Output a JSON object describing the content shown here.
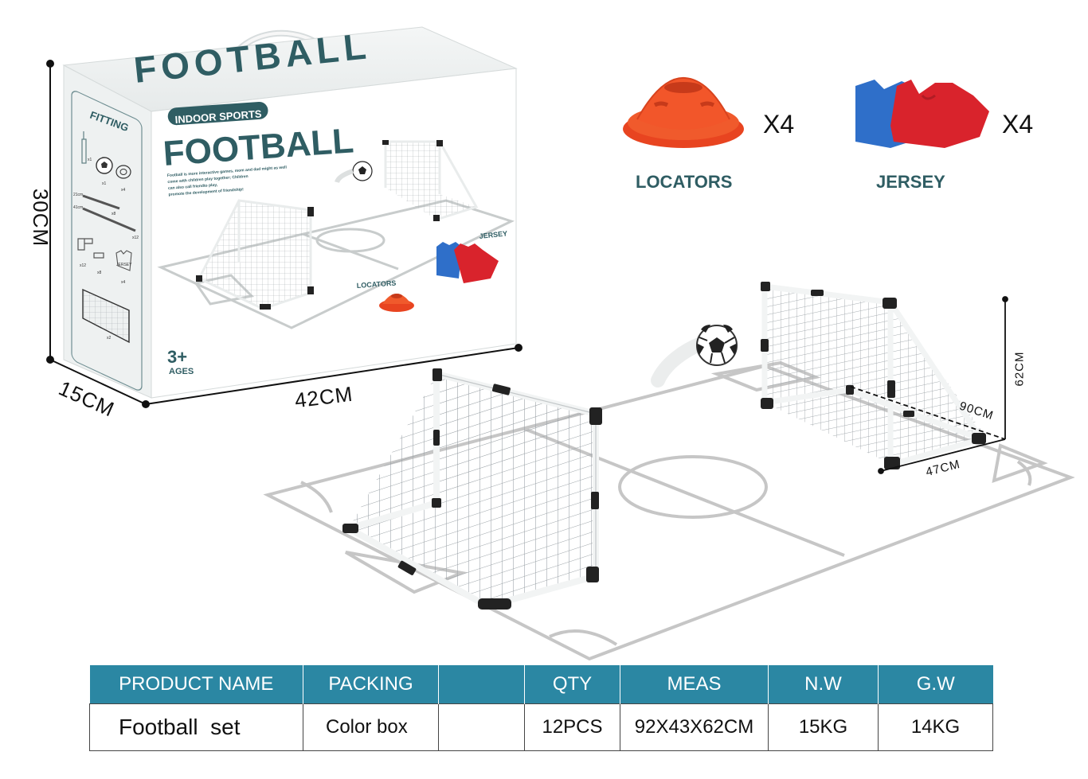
{
  "box": {
    "lid_text": "FOOTBALL",
    "fitting_label": "FITTING",
    "badge": "INDOOR SPORTS",
    "title": "FOOTBALL",
    "description_lines": [
      "Football is more interactive games, mom and dad might as well",
      "come with children play together; Children",
      "can also call friendto play,",
      "promote the development of friendship!"
    ],
    "fitting_counts": [
      "x1",
      "x1",
      "x4",
      "x8",
      "x12",
      "x12",
      "x8",
      "x4",
      "x2"
    ],
    "fitting_sizes": [
      "21cm",
      "41cm"
    ],
    "fitting_jersey": "JERSEY",
    "age": "3+",
    "age_label": "AGES",
    "jersey_label": "JERSEY",
    "locators_label": "LOCATORS"
  },
  "box_dimensions": {
    "height": "30CM",
    "depth": "15CM",
    "width": "42CM"
  },
  "accessories": [
    {
      "name": "LOCATORS",
      "qty": "X4"
    },
    {
      "name": "JERSEY",
      "qty": "X4"
    }
  ],
  "goal_dimensions": {
    "height": "62CM",
    "length": "90CM",
    "width": "47CM"
  },
  "colors": {
    "teal": "#2b87a3",
    "dark_teal": "#2f5d63",
    "cone": "#f04a23",
    "jersey_blue": "#2f6fc9",
    "jersey_red": "#d9232c"
  },
  "spec_table": {
    "headers": [
      "PRODUCT NAME",
      "PACKING",
      "",
      "QTY",
      "MEAS",
      "N.W",
      "G.W"
    ],
    "row": [
      "Football  set",
      "Color box",
      "",
      "12PCS",
      "92X43X62CM",
      "15KG",
      "14KG"
    ]
  }
}
